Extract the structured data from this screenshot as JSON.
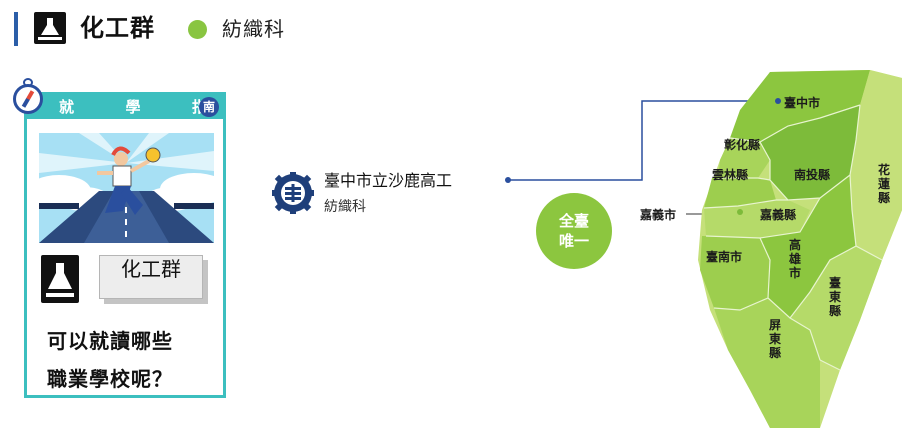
{
  "header": {
    "title": "化工群",
    "department": "紡織科"
  },
  "guide_card": {
    "heading_chars": [
      "就",
      "學",
      "指"
    ],
    "heading_circle": "南",
    "group_tag": "化工群",
    "question_line1": "可以就讀哪些",
    "question_line2": "職業學校呢？"
  },
  "school": {
    "name": "臺中市立沙鹿高工",
    "department": "紡織科"
  },
  "badge": {
    "line1": "全臺",
    "line2": "唯一"
  },
  "map": {
    "labels": {
      "taichung": "臺中市",
      "changhua": "彰化縣",
      "yunlin": "雲林縣",
      "nantou": "南投縣",
      "hualien": "花蓮縣",
      "chiayi_city": "嘉義市",
      "chiayi_county": "嘉義縣",
      "tainan": "臺南市",
      "kaohsiung": "高雄市",
      "taitung": "臺東縣",
      "pingtung": "屏東縣"
    }
  },
  "colors": {
    "accent_teal": "#3cbfbf",
    "accent_green": "#8cc63f",
    "navy": "#2a4f9e",
    "header_bar": "#2b5ea8"
  }
}
